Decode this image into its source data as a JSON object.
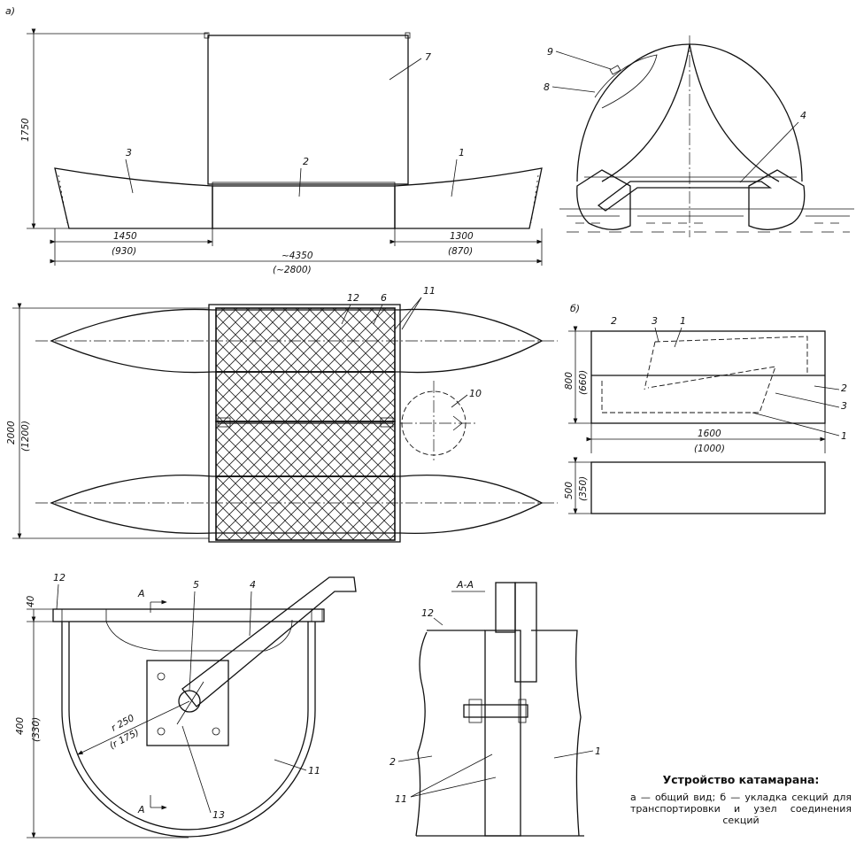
{
  "views": {
    "a": "а)",
    "b": "б)"
  },
  "caption": {
    "title": "Устройство катамарана:",
    "body": "а — общий вид; б — укладка секций для транспортировки и узел соединения секций"
  },
  "section": "A-A",
  "section_mark": "А",
  "side_view": {
    "dim_height": "1750",
    "dim_left": "1450",
    "dim_left_alt": "(930)",
    "dim_right": "1300",
    "dim_right_alt": "(870)",
    "dim_total": "~4350",
    "dim_total_alt": "(~2800)",
    "labels": [
      "1",
      "2",
      "3",
      "7"
    ]
  },
  "front_view": {
    "labels": [
      "9",
      "8",
      "4"
    ]
  },
  "plan_view": {
    "dim_width": "2000",
    "dim_width_alt": "(1200)",
    "labels": [
      "12",
      "6",
      "11",
      "10"
    ]
  },
  "packing_view": {
    "dim_height": "800",
    "dim_height_alt": "(660)",
    "dim_length": "1600",
    "dim_length_alt": "(1000)",
    "dim_thickness": "500",
    "dim_thickness_alt": "(350)",
    "labels": [
      "2",
      "3",
      "1",
      "2",
      "3",
      "1"
    ]
  },
  "detail_view": {
    "dim_top": "40",
    "dim_height": "400",
    "dim_height_alt": "(330)",
    "dim_radius": "r 250",
    "dim_radius_alt": "(r 175)",
    "labels": [
      "12",
      "5",
      "4",
      "11",
      "13"
    ]
  },
  "section_view": {
    "labels": [
      "12",
      "2",
      "1",
      "11"
    ]
  }
}
